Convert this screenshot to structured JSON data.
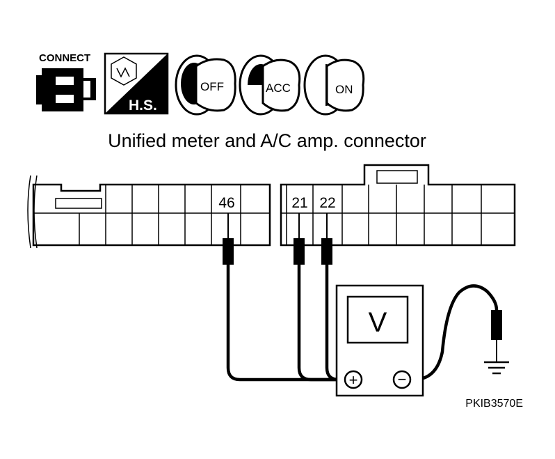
{
  "title": "Unified meter and A/C amp. connector",
  "icons": {
    "connect_label": "CONNECT",
    "hs_label": "H.S.",
    "key_off": "OFF",
    "key_acc": "ACC",
    "key_on": "ON"
  },
  "connector_left": {
    "terminal": "46"
  },
  "connector_right": {
    "terminals": [
      "21",
      "22"
    ]
  },
  "meter": {
    "symbol": "V",
    "plus": "+",
    "minus": "−"
  },
  "figure_id": "PKIB3570E"
}
